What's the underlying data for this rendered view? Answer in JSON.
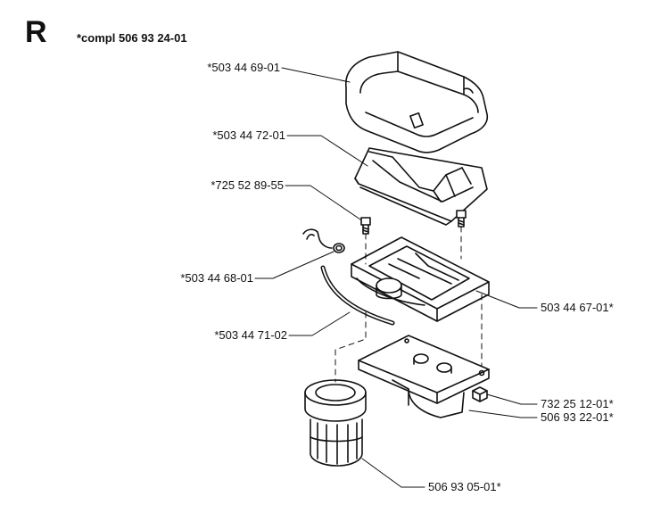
{
  "section": "R",
  "compl_label": "*compl 506 93 24-01",
  "parts": {
    "cover": "*503 44 69-01",
    "filter_element": "*503 44 72-01",
    "screw": "*725 52 89-55",
    "clip": "*503 44 68-01",
    "hose": "*503 44 71-02",
    "filter_holder": "503 44 67-01*",
    "nut": "732 25 12-01*",
    "housing_base": "506 93 22-01*",
    "prefilter": "506 93 05-01*"
  }
}
